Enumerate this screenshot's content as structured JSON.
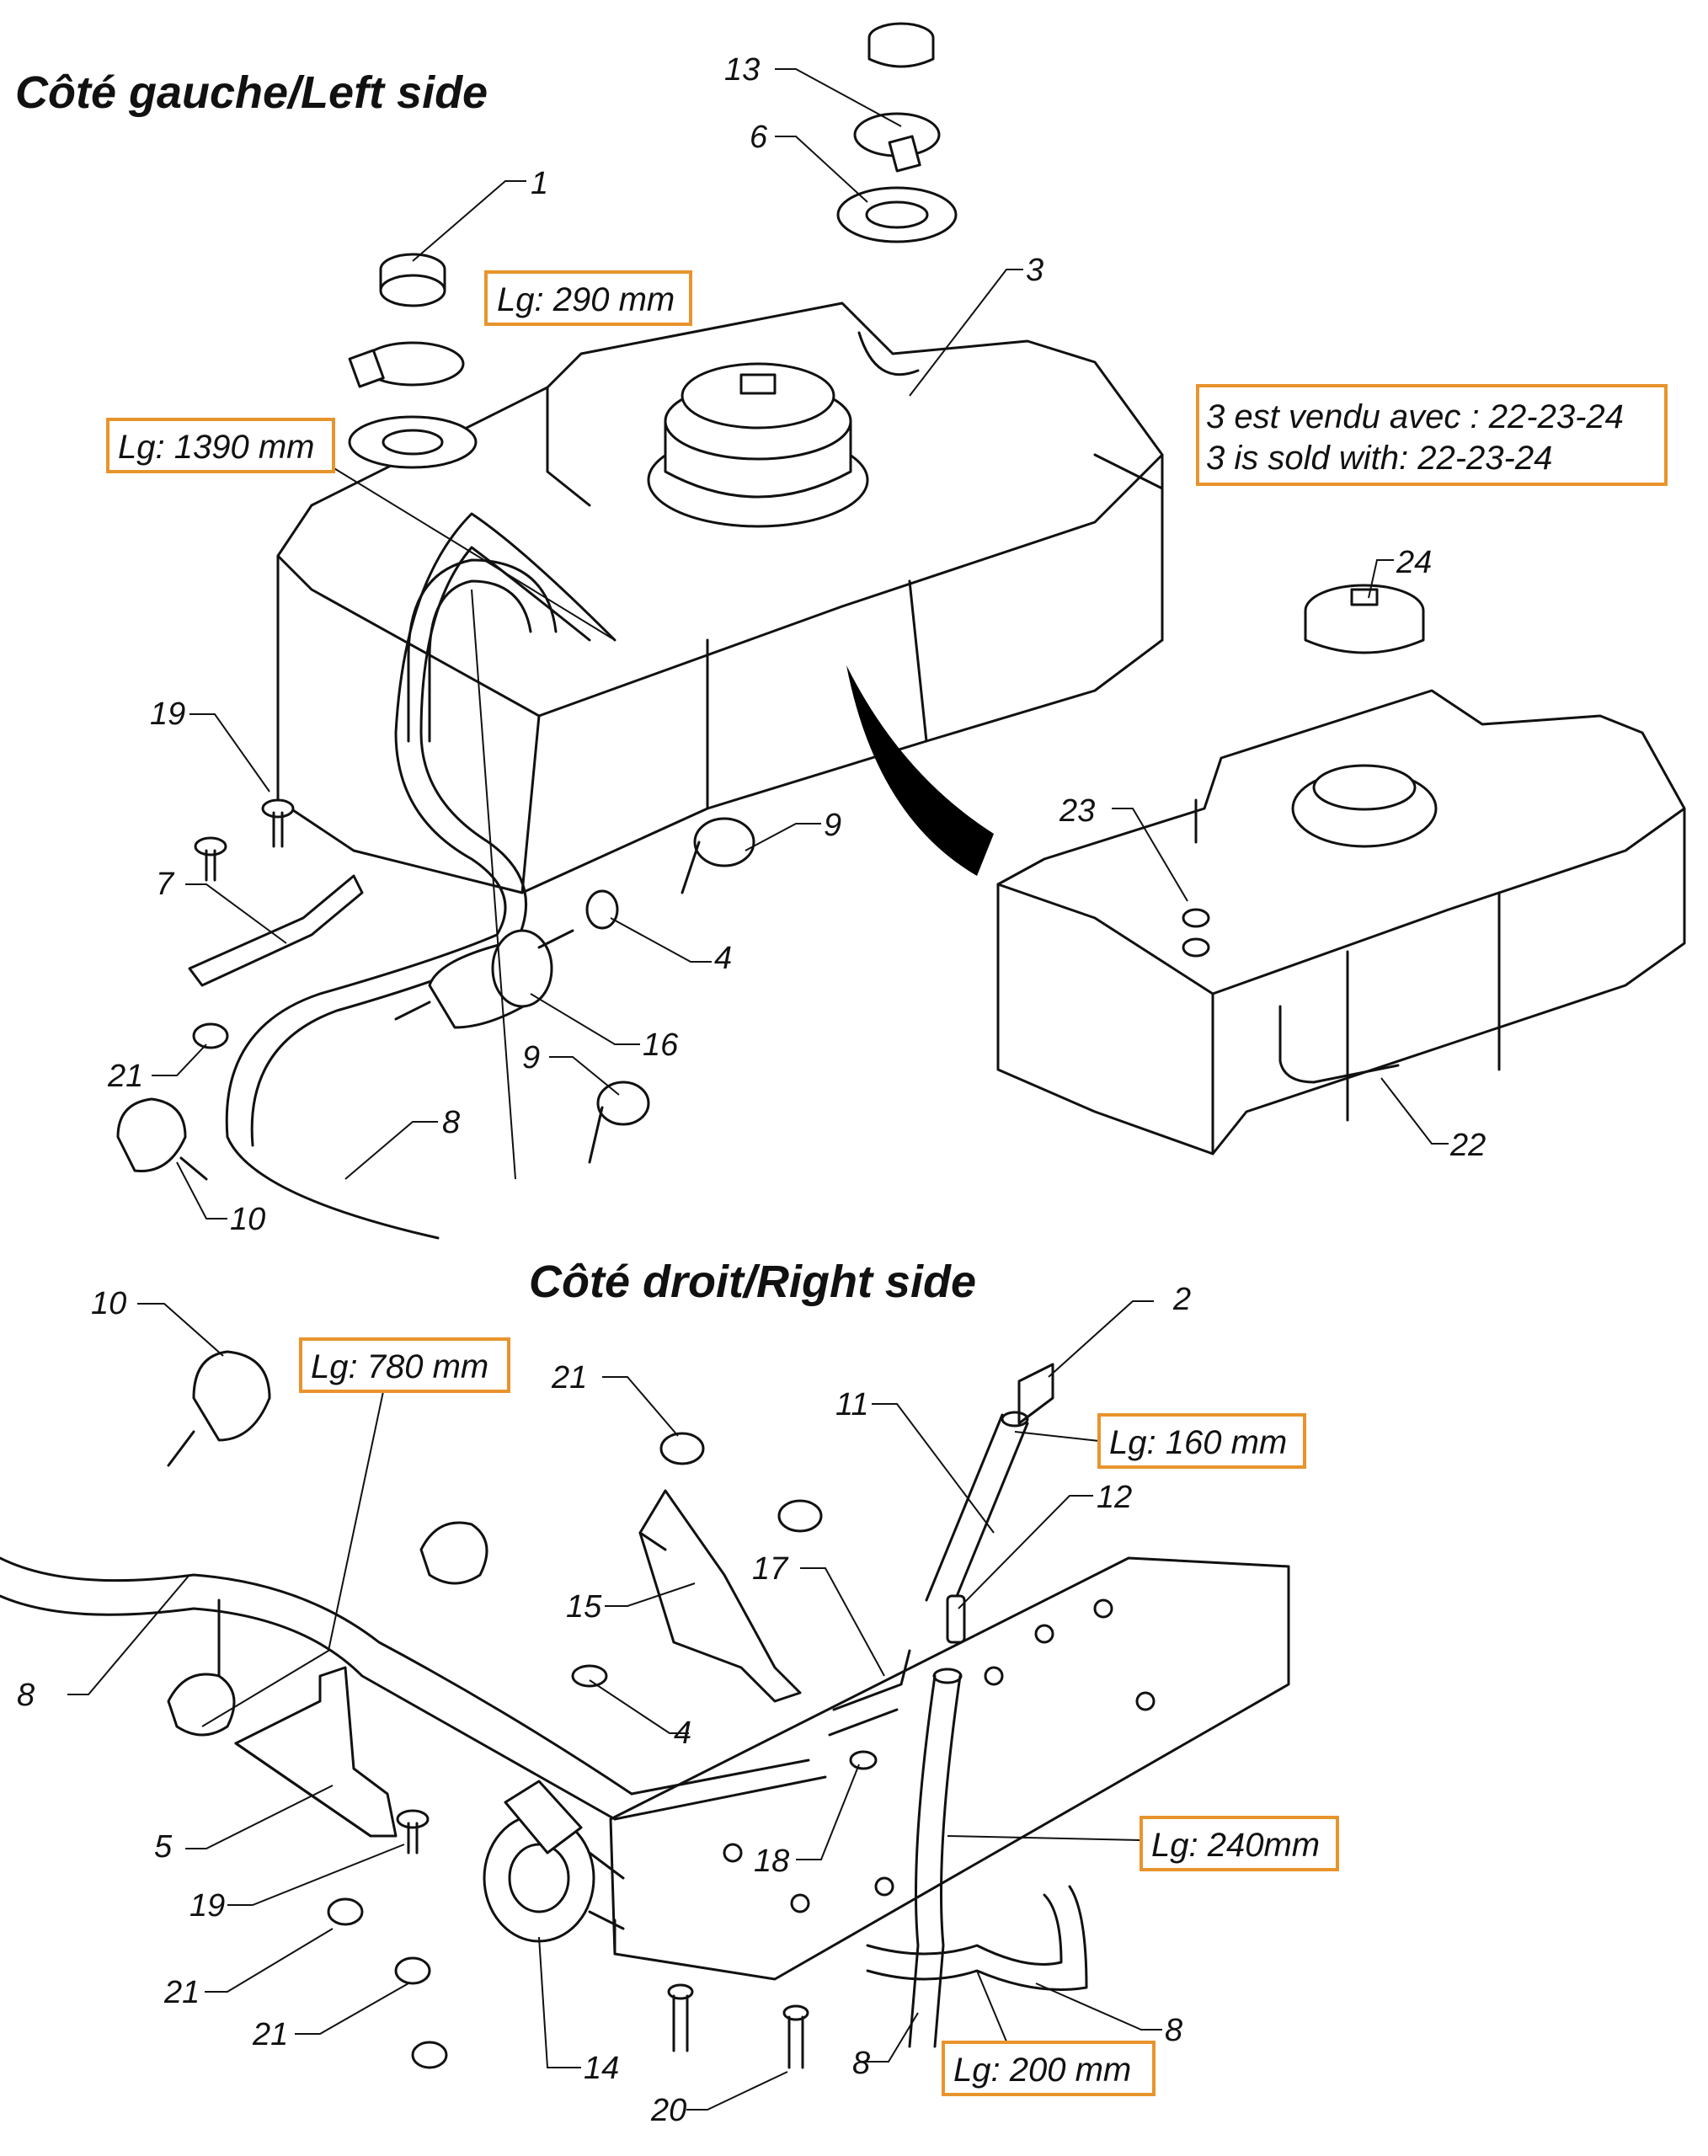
{
  "headings": {
    "left_side": "Côté gauche/Left side",
    "right_side": "Côté droit/Right side"
  },
  "note": {
    "line1": "3 est vendu avec : 22-23-24",
    "line2": "3 is sold with: 22-23-24"
  },
  "length_labels": {
    "lg290": "Lg: 290 mm",
    "lg1390": "Lg: 1390 mm",
    "lg780": "Lg: 780 mm",
    "lg160": "Lg: 160 mm",
    "lg240": "Lg: 240mm",
    "lg200": "Lg: 200 mm"
  },
  "callouts": {
    "c1": "1",
    "c2": "2",
    "c3": "3",
    "c4a": "4",
    "c4b": "4",
    "c5": "5",
    "c6": "6",
    "c7": "7",
    "c8a": "8",
    "c8b": "8",
    "c8c": "8",
    "c8d": "8",
    "c9a": "9",
    "c9b": "9",
    "c10a": "10",
    "c10b": "10",
    "c11": "11",
    "c12": "12",
    "c13": "13",
    "c14": "14",
    "c15": "15",
    "c16": "16",
    "c17": "17",
    "c18": "18",
    "c19a": "19",
    "c19b": "19",
    "c20": "20",
    "c21a": "21",
    "c21b": "21",
    "c21c": "21",
    "c21d": "21",
    "c22": "22",
    "c23": "23",
    "c24": "24"
  },
  "colors": {
    "outline": "#111111",
    "label_box_border": "#e8942c",
    "background": "#ffffff"
  }
}
